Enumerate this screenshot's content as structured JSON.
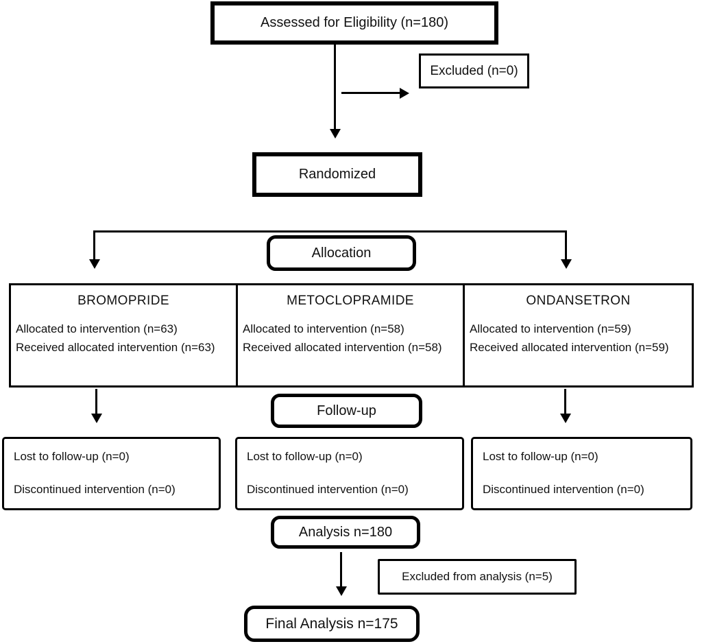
{
  "diagram": {
    "assessed": {
      "label": "Assessed for Eligibility (n=180)"
    },
    "excluded": {
      "label": "Excluded (n=0)"
    },
    "randomized": {
      "label": "Randomized"
    },
    "allocation": {
      "label": "Allocation"
    },
    "arms": [
      {
        "name": "BROMOPRIDE",
        "allocated": "Allocated to intervention (n=63)",
        "received": "Received allocated intervention (n=63)",
        "lost": "Lost to follow-up (n=0)",
        "discontinued": "Discontinued intervention (n=0)"
      },
      {
        "name": "METOCLOPRAMIDE",
        "allocated": "Allocated to intervention (n=58)",
        "received": "Received allocated intervention (n=58)",
        "lost": "Lost to follow-up (n=0)",
        "discontinued": "Discontinued intervention (n=0)"
      },
      {
        "name": "ONDANSETRON",
        "allocated": "Allocated to intervention (n=59)",
        "received": "Received allocated intervention (n=59)",
        "lost": "Lost to follow-up (n=0)",
        "discontinued": "Discontinued intervention (n=0)"
      }
    ],
    "followup": {
      "label": "Follow-up"
    },
    "analysis": {
      "label": "Analysis n=180"
    },
    "excluded_analysis": {
      "label": "Excluded from analysis (n=5)"
    },
    "final_analysis": {
      "label": "Final Analysis n=175"
    },
    "colors": {
      "line": "#000000",
      "background": "#ffffff",
      "text": "#111111"
    }
  }
}
